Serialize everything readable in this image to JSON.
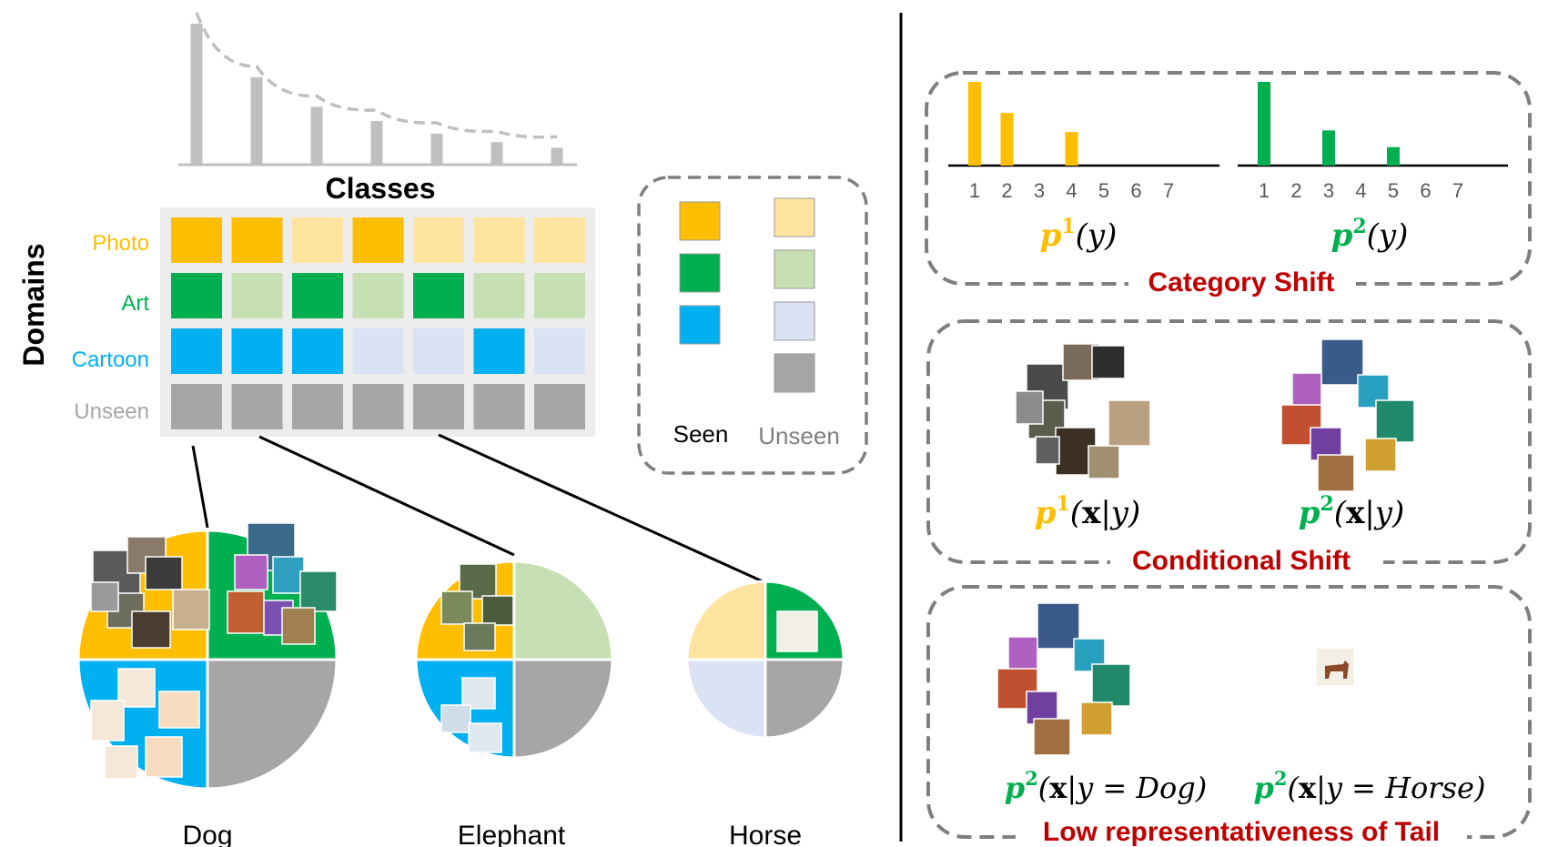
{
  "colors": {
    "photo": "#FFBE00",
    "photo_light": "#FFE4A0",
    "art": "#00B050",
    "art_light": "#C6E0B4",
    "cartoon": "#00B0F0",
    "cartoon_light": "#DAE3F3",
    "unseen": "#A6A6A6",
    "grid_bg": "#EDEDED",
    "shift_title": "#C00000",
    "axis": "#000000",
    "dash": "#7F7F7F"
  },
  "left": {
    "classes_title": "Classes",
    "domains_title": "Domains",
    "domain_labels": [
      {
        "text": "Photo",
        "color_key": "photo"
      },
      {
        "text": "Art",
        "color_key": "art"
      },
      {
        "text": "Cartoon",
        "color_key": "cartoon"
      },
      {
        "text": "Unseen",
        "color_key": "unseen"
      }
    ],
    "long_tail_bars": [
      1.0,
      0.62,
      0.41,
      0.31,
      0.22,
      0.16,
      0.12
    ],
    "grid_seen": [
      [
        1,
        1,
        0,
        1,
        0,
        0,
        0
      ],
      [
        1,
        0,
        1,
        0,
        1,
        0,
        0
      ],
      [
        1,
        1,
        1,
        0,
        0,
        1,
        0
      ],
      [
        1,
        1,
        1,
        1,
        1,
        1,
        1
      ]
    ],
    "legend": {
      "seen_label": "Seen",
      "unseen_label": "Unseen"
    },
    "pies": [
      {
        "label": "Dog",
        "quadrants": [
          "photo",
          "art",
          "cartoon",
          "unseen"
        ],
        "size": "large"
      },
      {
        "label": "Elephant",
        "quadrants": [
          "photo",
          "art_light",
          "cartoon",
          "unseen"
        ],
        "size": "medium"
      },
      {
        "label": "Horse",
        "quadrants": [
          "photo_light",
          "art",
          "cartoon_light",
          "unseen"
        ],
        "size": "small"
      }
    ]
  },
  "right": {
    "category_shift": {
      "title": "Category Shift",
      "dist1": {
        "ticks": [
          "1",
          "2",
          "3",
          "4",
          "5",
          "6",
          "7"
        ],
        "values": [
          1.0,
          0.63,
          0,
          0.4,
          0,
          0,
          0
        ],
        "label_p": "p",
        "label_sup": "1",
        "label_arg": "(y)"
      },
      "dist2": {
        "ticks": [
          "1",
          "2",
          "3",
          "4",
          "5",
          "6",
          "7"
        ],
        "values": [
          1.0,
          0,
          0.42,
          0,
          0.22,
          0,
          0
        ],
        "label_p": "p",
        "label_sup": "2",
        "label_arg": "(y)"
      }
    },
    "conditional_shift": {
      "title": "Conditional Shift",
      "label1": {
        "p": "p",
        "sup": "1",
        "arg_open": "(",
        "bold_x": "x",
        "rest": "|y)"
      },
      "label2": {
        "p": "p",
        "sup": "2",
        "arg_open": "(",
        "bold_x": "x",
        "rest": "|y)"
      }
    },
    "low_rep": {
      "title": "Low representativeness of Tail",
      "label1": {
        "p": "p",
        "sup": "2",
        "arg_open": "(",
        "bold_x": "x",
        "rest": "|y = Dog)"
      },
      "label2": {
        "p": "p",
        "sup": "2",
        "arg_open": "(",
        "bold_x": "x",
        "rest": "|y = Horse)"
      }
    }
  }
}
